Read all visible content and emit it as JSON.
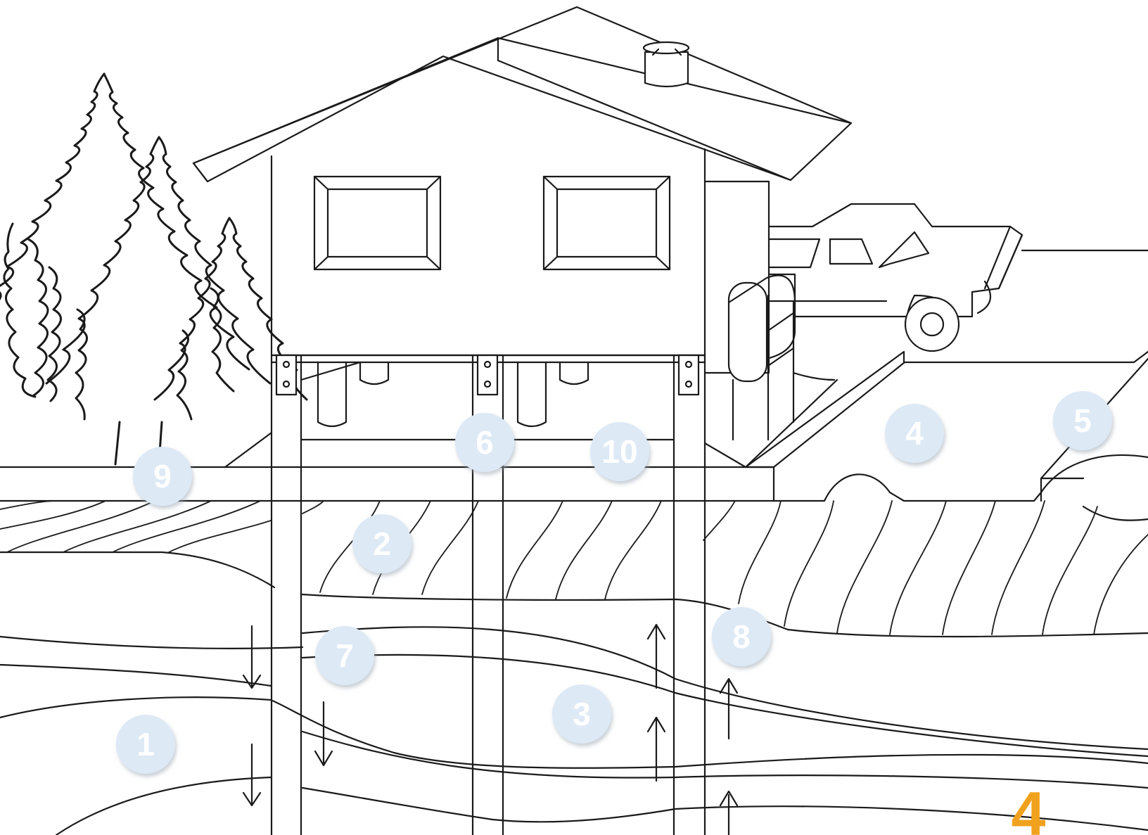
{
  "colors": {
    "line": "#1a1a1a",
    "marker_fill": "#dde9f5",
    "marker_text": "#ffffff",
    "page_number": "#f0a21f"
  },
  "markers": [
    {
      "label": "1"
    },
    {
      "label": "2"
    },
    {
      "label": "3"
    },
    {
      "label": "4"
    },
    {
      "label": "5"
    },
    {
      "label": "6"
    },
    {
      "label": "7"
    },
    {
      "label": "8"
    },
    {
      "label": "9"
    },
    {
      "label": "10"
    }
  ],
  "page_number": "4"
}
